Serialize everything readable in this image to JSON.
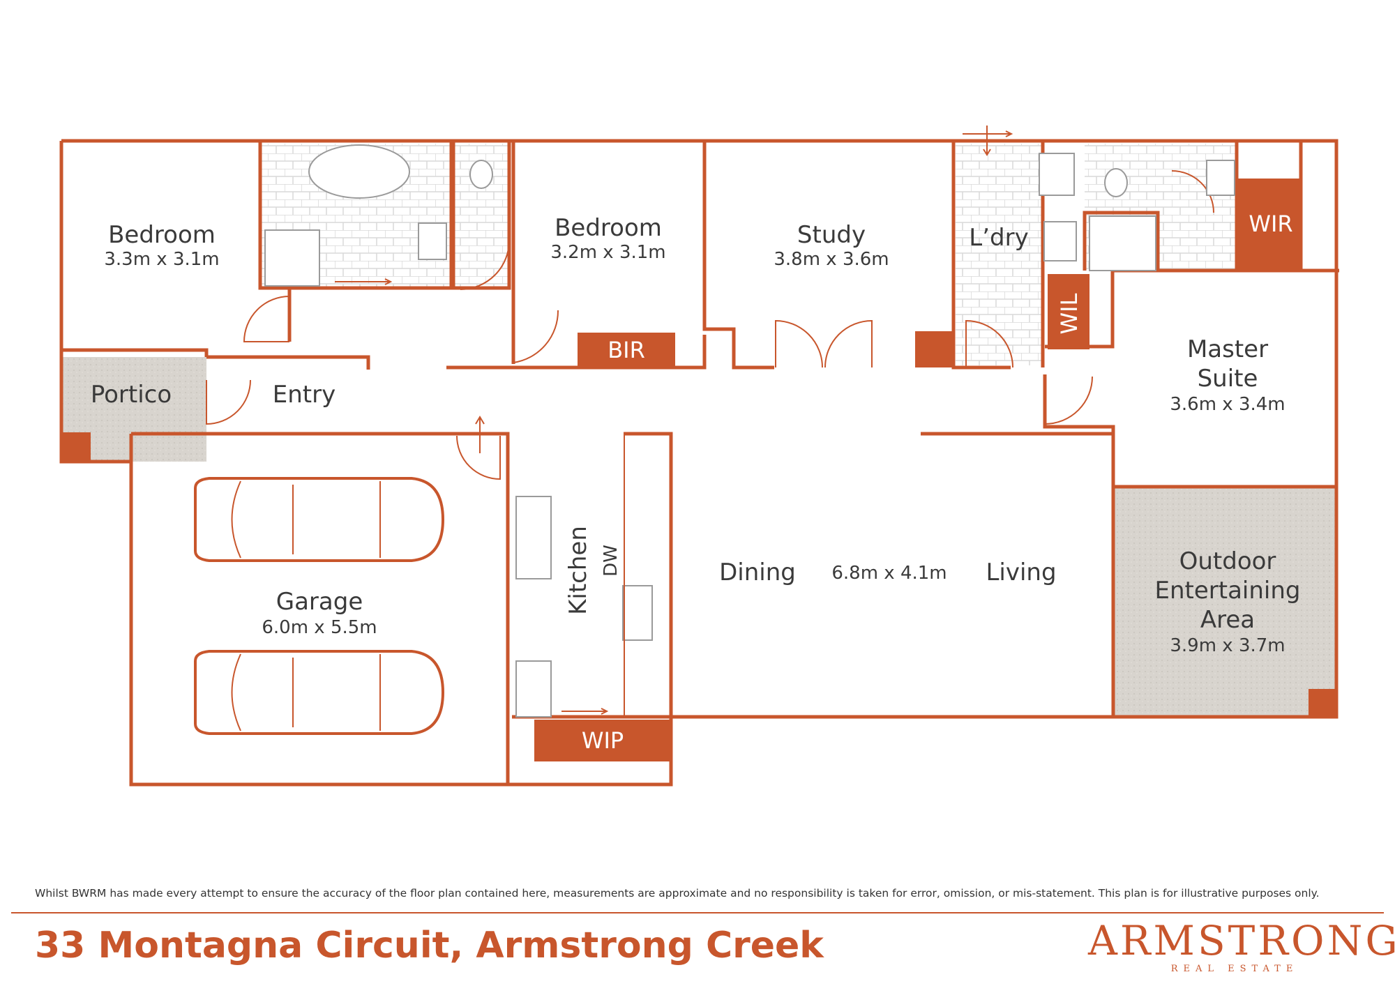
{
  "rooms": {
    "bedroom1": {
      "name": "Bedroom",
      "dims": "3.3m x 3.1m"
    },
    "bedroom2": {
      "name": "Bedroom",
      "dims": "3.2m x 3.1m"
    },
    "study": {
      "name": "Study",
      "dims": "3.8m x 3.6m"
    },
    "laundry": {
      "name": "L’dry"
    },
    "master": {
      "name_line1": "Master",
      "name_line2": "Suite",
      "dims": "3.6m x 3.4m"
    },
    "portico": {
      "name": "Portico"
    },
    "entry": {
      "name": "Entry"
    },
    "garage": {
      "name": "Garage",
      "dims": "6.0m x 5.5m"
    },
    "kitchen": {
      "name": "Kitchen"
    },
    "dining": {
      "name": "Dining"
    },
    "living": {
      "name": "Living"
    },
    "living_dims": "6.8m x 4.1m",
    "outdoor": {
      "line1": "Outdoor",
      "line2": "Entertaining",
      "line3": "Area",
      "dims": "3.9m x 3.7m"
    }
  },
  "tags": {
    "bir": "BIR",
    "wir": "WIR",
    "wil": "WIL",
    "wip": "WIP",
    "dw": "DW"
  },
  "disclaimer": "Whilst BWRM  has made every attempt to ensure the accuracy of the floor plan contained here, measurements are approximate and no responsibility is taken for error, omission, or mis-statement. This plan is for illustrative purposes only.",
  "address": "33 Montagna Circuit, Armstrong Creek",
  "brand": {
    "name": "ARMSTRONG",
    "sub": "REAL ESTATE"
  },
  "colors": {
    "accent": "#c8562c",
    "paving": "#d6d2cc"
  }
}
